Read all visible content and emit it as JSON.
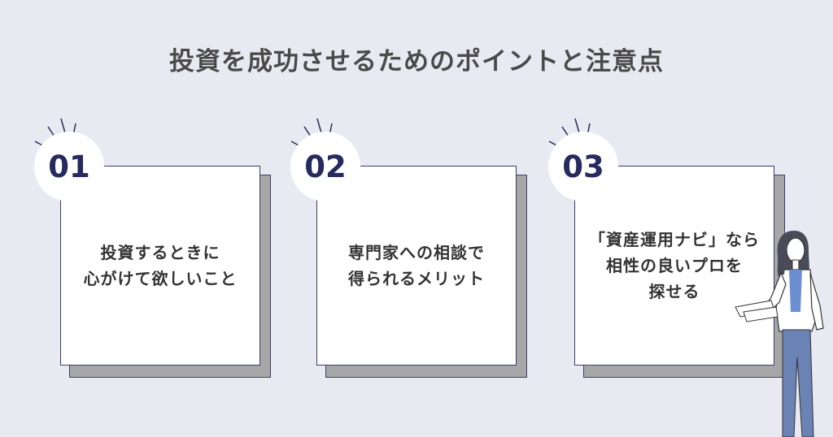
{
  "title": "投資を成功させるためのポイントと注意点",
  "cards": [
    {
      "number": "01",
      "text": "投資するときに\n心がけて欲しいこと"
    },
    {
      "number": "02",
      "text": "専門家への相談で\n得られるメリット"
    },
    {
      "number": "03",
      "text": "「資産運用ナビ」なら\n相性の良いプロを\n探せる"
    }
  ],
  "colors": {
    "background": "#e9e9f2",
    "accent": "#262a5e",
    "card": "#ffffff",
    "shadow": "#a7a7a7"
  }
}
